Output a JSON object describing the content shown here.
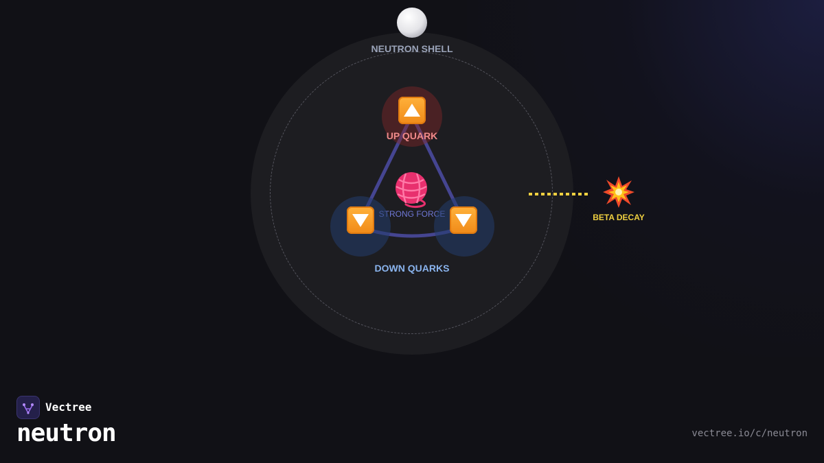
{
  "diagram": {
    "shell_label": "NEUTRON SHELL",
    "up_quark_label": "UP QUARK",
    "strong_force_label": "STRONG FORCE",
    "down_quarks_label": "DOWN QUARKS",
    "beta_decay_label": "BETA DECAY",
    "icons": {
      "shell": "white-circle-icon",
      "up_quark": "up-arrow-icon",
      "down_quark": "down-arrow-icon",
      "strong_force": "yarn-ball-icon",
      "beta_decay": "explosion-icon"
    },
    "colors": {
      "shell_label": "#9aa3b8",
      "up_quark": "#f08a8a",
      "down_quarks": "#8ab4ee",
      "strong_force": "#6f78d6",
      "gluon_lines": "#4a4a9e",
      "beta_decay": "#f0d040"
    }
  },
  "footer": {
    "brand": "Vectree",
    "title": "neutron",
    "url": "vectree.io/c/neutron"
  }
}
